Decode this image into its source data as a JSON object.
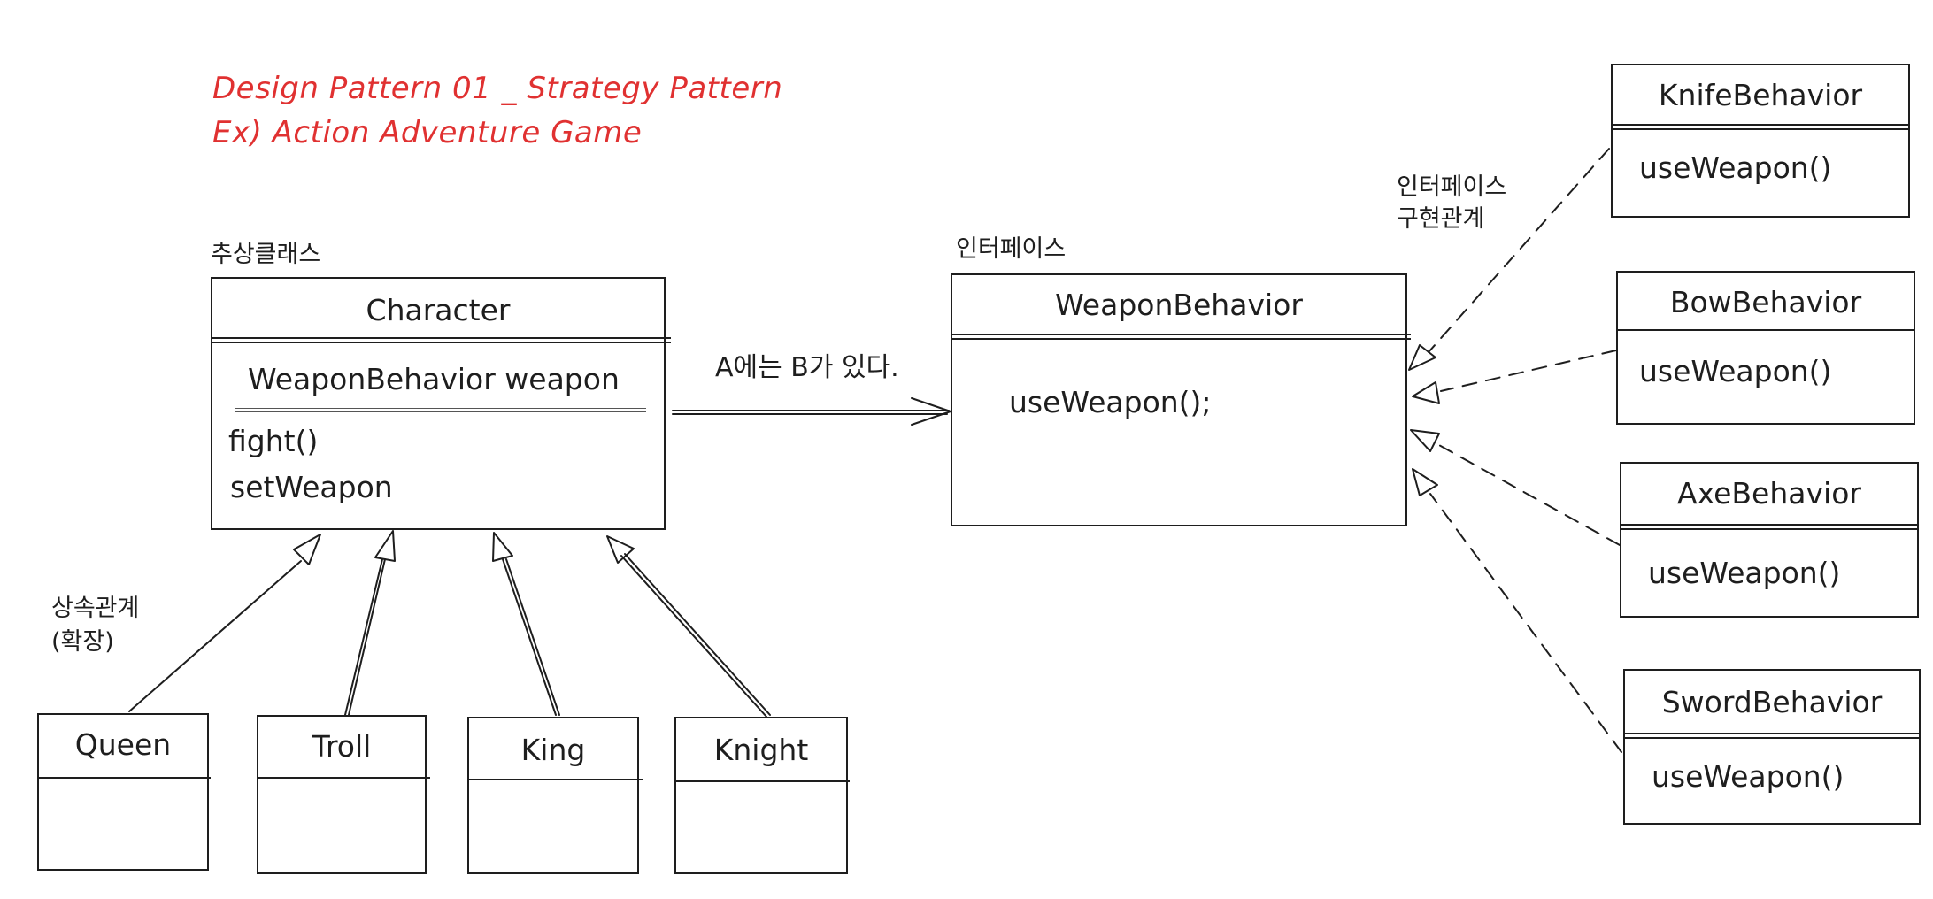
{
  "title": {
    "line1": "Design Pattern 01 _ Strategy Pattern",
    "line2": "Ex) Action Adventure Game"
  },
  "notes": {
    "abstract_class": "추상클래스",
    "interface": "인터페이스",
    "implements_line1": "인터페이스",
    "implements_line2": "구현관계",
    "inherits_line1": "상속관계",
    "inherits_line2": "(확장)",
    "has_a": "A에는 B가 있다."
  },
  "character": {
    "name": "Character",
    "field": "WeaponBehavior weapon",
    "method1": "fight()",
    "method2": "setWeapon"
  },
  "weapon_behavior": {
    "name": "WeaponBehavior",
    "method": "useWeapon();"
  },
  "subclasses": [
    {
      "name": "Queen"
    },
    {
      "name": "Troll"
    },
    {
      "name": "King"
    },
    {
      "name": "Knight"
    }
  ],
  "behaviors": [
    {
      "name": "KnifeBehavior",
      "method": "useWeapon()"
    },
    {
      "name": "BowBehavior",
      "method": "useWeapon()"
    },
    {
      "name": "AxeBehavior",
      "method": "useWeapon()"
    },
    {
      "name": "SwordBehavior",
      "method": "useWeapon()"
    }
  ],
  "colors": {
    "title": "#e03131",
    "stroke": "#1e1e1e"
  }
}
